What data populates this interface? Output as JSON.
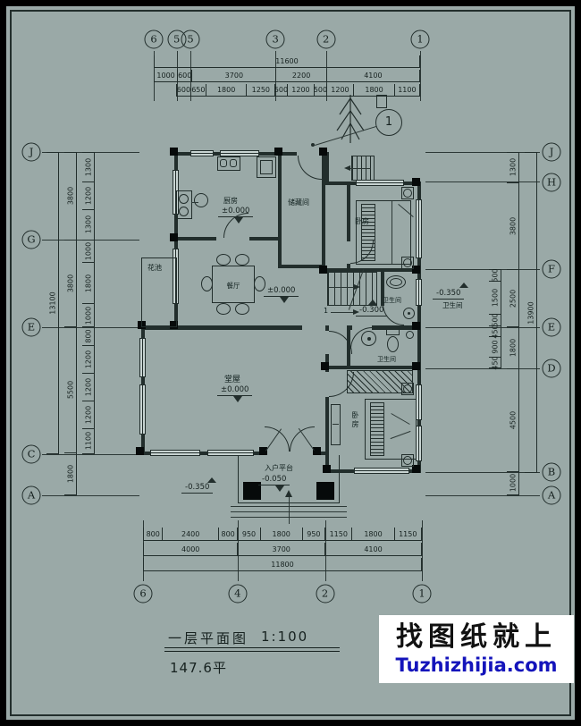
{
  "colors": {
    "bg": "#9aa9a7",
    "ink": "#222e2c",
    "watermark_blue": "#1414bb",
    "paper_white": "#ffffff"
  },
  "axes": {
    "top": [
      "6",
      "5",
      "5",
      "3",
      "2",
      "1"
    ],
    "bottom": [
      "6",
      "4",
      "2",
      "1"
    ],
    "left": [
      "J",
      "G",
      "E",
      "C",
      "A"
    ],
    "right": [
      "J",
      "H",
      "F",
      "E",
      "D",
      "B",
      "A"
    ]
  },
  "dims": {
    "top_total": [
      "11600"
    ],
    "top_row2": [
      "1000",
      "600",
      "3700",
      "2200",
      "4100"
    ],
    "top_row3": [
      "600",
      "650",
      "1800",
      "1250",
      "500",
      "1200",
      "500",
      "1200",
      "1800",
      "1100"
    ],
    "bottom_row1": [
      "800",
      "2400",
      "800",
      "950",
      "1800",
      "950",
      "1150",
      "1800",
      "1150"
    ],
    "bottom_row2": [
      "4000",
      "3700",
      "4100"
    ],
    "bottom_total": [
      "11800"
    ],
    "left_inner": [
      "1300",
      "1200",
      "1300",
      "1000",
      "1800",
      "1000",
      "800",
      "1200",
      "1200",
      "1200",
      "1100"
    ],
    "left_mid": [
      "3800",
      "3800",
      "5500",
      "1800"
    ],
    "left_total": [
      "13100"
    ],
    "right_sub": [
      "500",
      "1500",
      "500",
      "450",
      "900",
      "450"
    ],
    "right_mid": [
      "1300",
      "3800",
      "2500",
      "1800",
      "4500",
      "1000"
    ],
    "right_total": [
      "13900"
    ]
  },
  "rooms": {
    "kitchen": "厨房",
    "storage": "储藏间",
    "bedroom_top": "卧房",
    "bedroom_bottom": "卧房",
    "dining": "餐厅",
    "hall": "堂屋",
    "bath_top": "卫生间",
    "bath_bottom": "卫生间",
    "flower_bed": "花池",
    "entry_platform": "入户平台"
  },
  "levels": {
    "kitchen": "±0.000",
    "dining": "±0.000",
    "hall": "±0.000",
    "platform": "-0.050",
    "stair": "-0.300",
    "outside": "-0.350",
    "side": "-0.350",
    "side_label": "卫生间"
  },
  "callouts": {
    "detail_circle": "1",
    "stair_ref": "1"
  },
  "title": {
    "name": "一层平面图",
    "scale": "1:100",
    "area": "147.6平"
  },
  "watermark": {
    "line1": "找图纸就上",
    "line2": "Tuzhizhijia.com"
  }
}
